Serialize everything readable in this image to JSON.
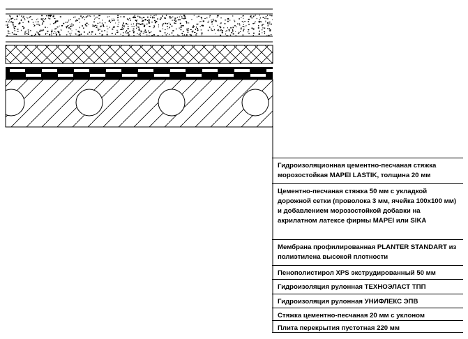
{
  "layers": [
    {
      "text": "Гидроизоляционная цементно-песчаная стяжка морозостойкая MAPEI LASTIK, толщина 20 мм"
    },
    {
      "text": "Цементно-песчаная стяжка 50 мм с укладкой дорожной сетки (проволока 3 мм, ячейка 100х100 мм) и добавлением морозостойкой добавки на акрилатном латексе фирмы MAPEI или SIKA"
    },
    {
      "text": "Мембрана профилированная PLANTER STANDART из полиэтилена высокой плотности"
    },
    {
      "text": "Пенополистирол XPS экструдированный 50 мм"
    },
    {
      "text": "Гидроизоляция рулонная ТЕХНОЭЛАСТ ТПП"
    },
    {
      "text": "Гидроизоляция рулонная УНИФЛЕКС ЭПВ"
    },
    {
      "text": "Стяжка цементно-песчаная 20 мм с уклоном"
    },
    {
      "text": "Плита перекрытия пустотная 220 мм"
    }
  ],
  "colors": {
    "line": "#000000",
    "background": "#ffffff"
  }
}
